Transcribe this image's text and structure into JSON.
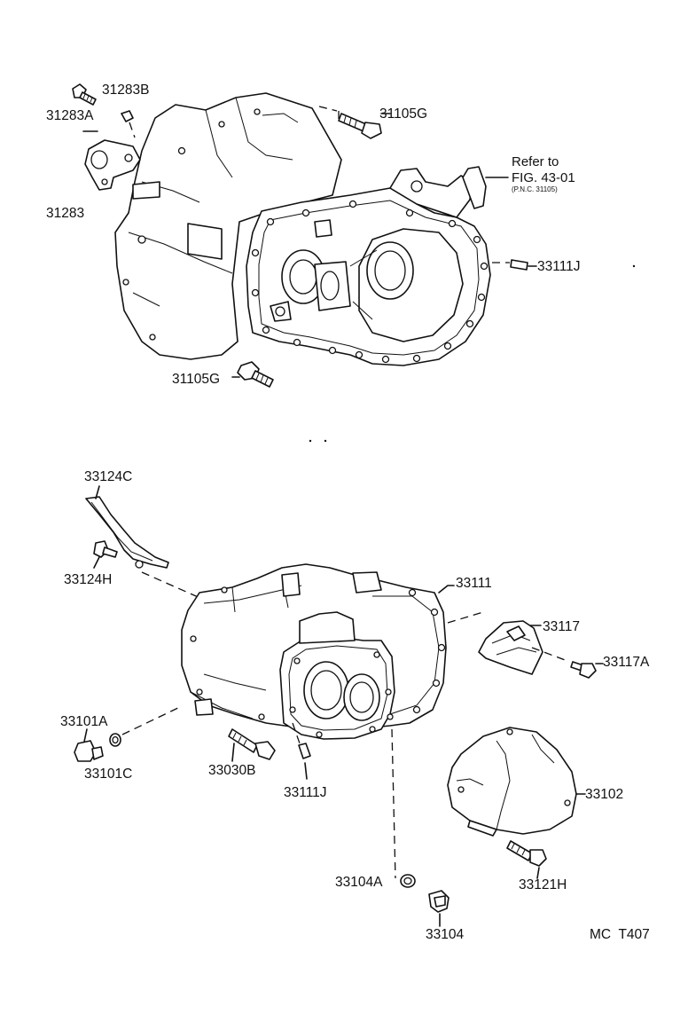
{
  "labels": {
    "p31283B": "31283B",
    "p31283A": "31283A",
    "p31283": "31283",
    "p31105G_top": "31105G",
    "refer_to": "Refer to",
    "fig_ref": "FIG. 43-01",
    "pnc_ref": "(P.N.C. 31105)",
    "p33111J_top": "33111J",
    "p31105G_bottom": "31105G",
    "p33124C": "33124C",
    "p33124H": "33124H",
    "p33111": "33111",
    "p33117": "33117",
    "p33117A": "33117A",
    "p33101A": "33101A",
    "p33101C": "33101C",
    "p33030B": "33030B",
    "p33111J_bottom": "33111J",
    "p33102": "33102",
    "p33104A": "33104A",
    "p33121H": "33121H",
    "p33104": "33104",
    "figure_code": "MC  T407"
  }
}
